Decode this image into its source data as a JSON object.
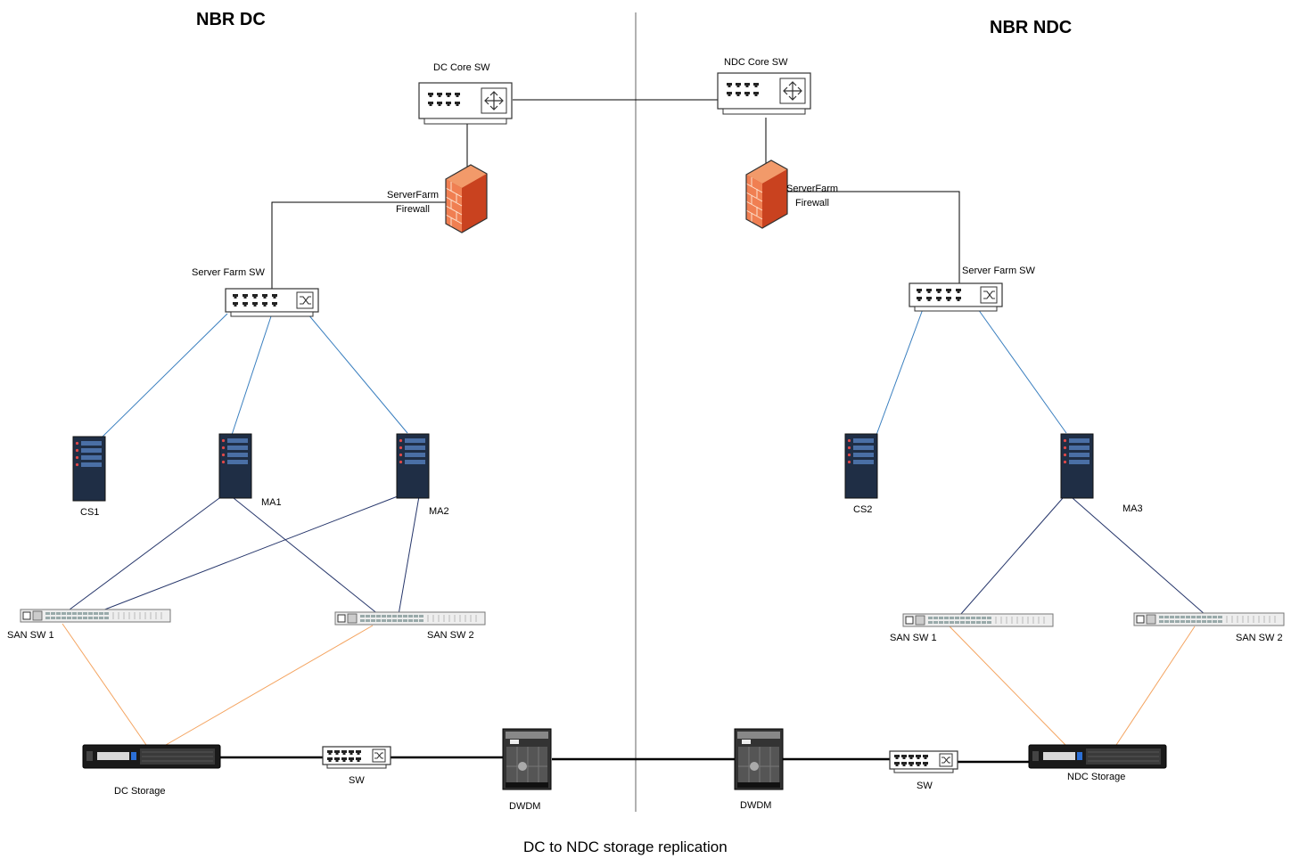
{
  "diagram": {
    "site_left": "NBR DC",
    "site_right": "NBR NDC",
    "caption": "DC to NDC storage replication",
    "colors": {
      "link": "#000000",
      "lan": "#3a7fbf",
      "san": "#26366b",
      "fc": "#f4a460",
      "fw": "#e8643c"
    },
    "labels": {
      "dc_core": "DC Core SW",
      "ndc_core": "NDC Core SW",
      "dc_fw": [
        "ServerFarm",
        "Firewall"
      ],
      "ndc_fw": [
        "ServerFarm",
        "Firewall"
      ],
      "dc_sf_sw": "Server Farm SW",
      "ndc_sf_sw": "Server Farm SW",
      "cs1": "CS1",
      "ma1": "MA1",
      "ma2": "MA2",
      "cs2": "CS2",
      "ma3": "MA3",
      "dc_san1": "SAN SW 1",
      "dc_san2": "SAN SW 2",
      "ndc_san1": "SAN SW 1",
      "ndc_san2": "SAN SW 2",
      "dc_storage": "DC Storage",
      "ndc_storage": "NDC Storage",
      "dc_sw": "SW",
      "ndc_sw": "SW",
      "dc_dwdm": "DWDM",
      "ndc_dwdm": "DWDM"
    }
  }
}
